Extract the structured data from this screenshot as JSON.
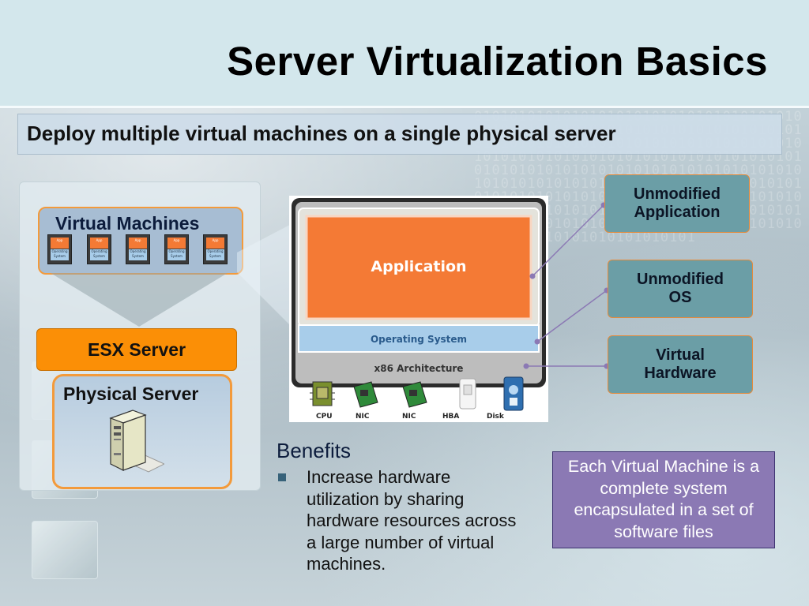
{
  "slide": {
    "title": "Server Virtualization Basics",
    "subtitle": "Deploy multiple virtual machines on a single physical server"
  },
  "stack": {
    "virtual_machines_label": "Virtual Machines",
    "vm_icon_app": "App",
    "vm_icon_os": "Operating System",
    "esx_label": "ESX Server",
    "physical_label": "Physical Server"
  },
  "diagram": {
    "application": "Application",
    "operating_system": "Operating System",
    "architecture": "x86 Architecture",
    "hardware": [
      "CPU",
      "NIC",
      "NIC",
      "HBA",
      "Disk"
    ]
  },
  "callouts": {
    "application": "Unmodified\nApplication",
    "os": "Unmodified\nOS",
    "hardware": "Virtual\nHardware"
  },
  "benefits": {
    "heading": "Benefits",
    "items": [
      "Increase hardware utilization by sharing hardware resources across a large number of virtual machines."
    ]
  },
  "note": "Each Virtual Machine is a complete system encapsulated in a set of software files",
  "colors": {
    "accent": "#fb8f06",
    "note_bg": "#8b79b4",
    "callout_bg": "#6b9ea6",
    "app_orange": "#f47a35",
    "os_blue": "#a8cdea"
  }
}
